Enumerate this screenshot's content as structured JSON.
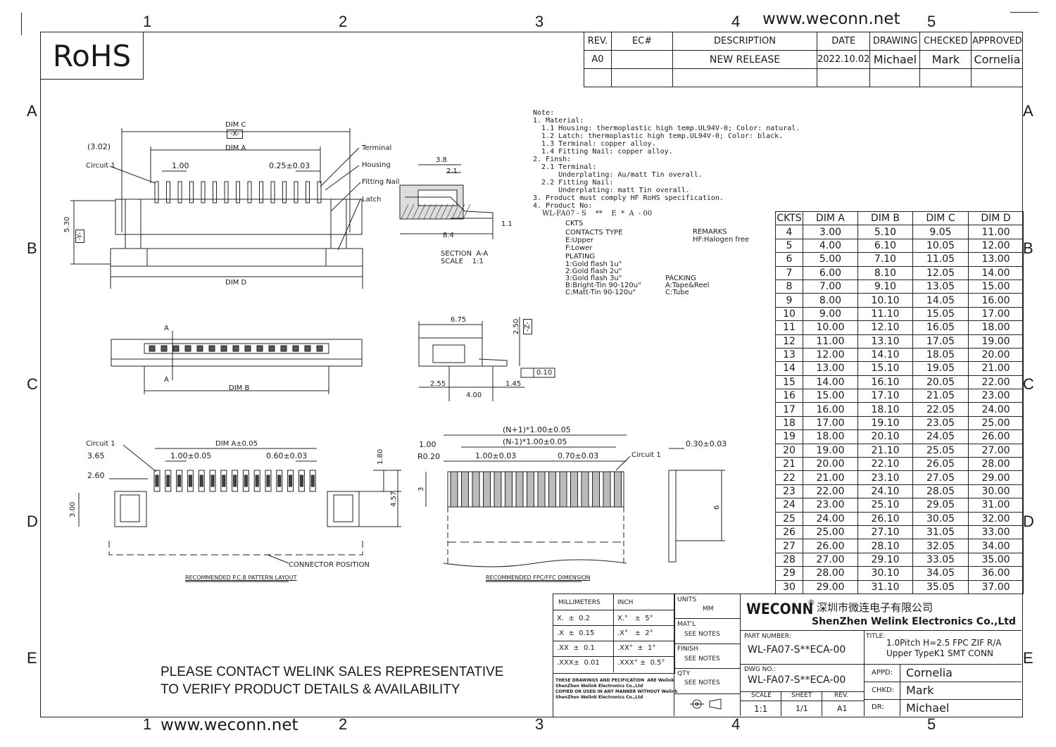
{
  "header": {
    "logo_text": "RoHS",
    "website": "www.weconn.net",
    "zone_columns": [
      "1",
      "2",
      "3",
      "4",
      "5"
    ],
    "zone_rows": [
      "A",
      "B",
      "C",
      "D",
      "E"
    ]
  },
  "revision_table": {
    "headers": [
      "REV.",
      "EC#",
      "DESCRIPTION",
      "DATE",
      "DRAWING",
      "CHECKED",
      "APPROVED"
    ],
    "row": [
      "A0",
      "",
      "NEW RELEASE",
      "2022.10.02",
      "Michael",
      "Mark",
      "Cornelia"
    ]
  },
  "notes": {
    "text": "Note:\n1. Material:\n  1.1 Housing: thermoplastic high temp.UL94V-0; Color: natural.\n  1.2 Latch: thermoplastic high temp.UL94V-0; Color: black.\n  1.3 Terminal: copper alloy.\n  1.4 Fitting Nail: copper alloy.\n2. Finsh:\n  2.1 Terminal:\n      Underplating: Au/matt Tin overall.\n  2.2 Fitting Nail:\n      Underplating: matt Tin overall.\n3. Product must comply HF RoHS specification.\n4. Product No:"
  },
  "product_no": {
    "code": "WL-FA07 - S    **    E  *  A  - 00",
    "ckts": "CKTS",
    "contacts_type": "CONTACTS TYPE",
    "contacts_options": [
      "E:Upper",
      "F:Lower"
    ],
    "plating": "PLATING",
    "plating_options": [
      "1:Gold flash 1u\"",
      "2:Gold flash 2u\"",
      "3:Gold flash 3u\"",
      "B:Bright-Tin 90-120u\"",
      "C:Matt-Tin 90-120u\""
    ],
    "packing": "PACKING",
    "packing_options": [
      "A:Tape&Reel",
      "C:Tube"
    ],
    "remarks": "REMARKS",
    "remarks_options": [
      "HF:Halogen free"
    ]
  },
  "dim_table": {
    "headers": [
      "CKTS",
      "DIM A",
      "DIM B",
      "DIM C",
      "DIM D"
    ],
    "rows": [
      [
        "4",
        "3.00",
        "5.10",
        "9.05",
        "11.00"
      ],
      [
        "5",
        "4.00",
        "6.10",
        "10.05",
        "12.00"
      ],
      [
        "6",
        "5.00",
        "7.10",
        "11.05",
        "13.00"
      ],
      [
        "7",
        "6.00",
        "8.10",
        "12.05",
        "14.00"
      ],
      [
        "8",
        "7.00",
        "9.10",
        "13.05",
        "15.00"
      ],
      [
        "9",
        "8.00",
        "10.10",
        "14.05",
        "16.00"
      ],
      [
        "10",
        "9.00",
        "11.10",
        "15.05",
        "17.00"
      ],
      [
        "11",
        "10.00",
        "12.10",
        "16.05",
        "18.00"
      ],
      [
        "12",
        "11.00",
        "13.10",
        "17.05",
        "19.00"
      ],
      [
        "13",
        "12.00",
        "14.10",
        "18.05",
        "20.00"
      ],
      [
        "14",
        "13.00",
        "15.10",
        "19.05",
        "21.00"
      ],
      [
        "15",
        "14.00",
        "16.10",
        "20.05",
        "22.00"
      ],
      [
        "16",
        "15.00",
        "17.10",
        "21.05",
        "23.00"
      ],
      [
        "17",
        "16.00",
        "18.10",
        "22.05",
        "24.00"
      ],
      [
        "18",
        "17.00",
        "19.10",
        "23.05",
        "25.00"
      ],
      [
        "19",
        "18.00",
        "20.10",
        "24.05",
        "26.00"
      ],
      [
        "20",
        "19.00",
        "21.10",
        "25.05",
        "27.00"
      ],
      [
        "21",
        "20.00",
        "22.10",
        "26.05",
        "28.00"
      ],
      [
        "22",
        "21.00",
        "23.10",
        "27.05",
        "29.00"
      ],
      [
        "23",
        "22.00",
        "24.10",
        "28.05",
        "30.00"
      ],
      [
        "24",
        "23.00",
        "25.10",
        "29.05",
        "31.00"
      ],
      [
        "25",
        "24.00",
        "26.10",
        "30.05",
        "32.00"
      ],
      [
        "26",
        "25.00",
        "27.10",
        "31.05",
        "33.00"
      ],
      [
        "27",
        "26.00",
        "28.10",
        "32.05",
        "34.00"
      ],
      [
        "28",
        "27.00",
        "29.10",
        "33.05",
        "35.00"
      ],
      [
        "29",
        "28.00",
        "30.10",
        "34.05",
        "36.00"
      ],
      [
        "30",
        "29.00",
        "31.10",
        "35.05",
        "37.00"
      ]
    ]
  },
  "drawing_labels": {
    "top_view": {
      "dim_c": "DIM C",
      "x_datum": "-X-",
      "dim_a": "DIM A",
      "ref_302": "(3.02)",
      "circuit1": "Circuit 1",
      "pitch": "1.00",
      "tol": "0.25±0.03",
      "terminal": "Terminal",
      "housing": "Housing",
      "fitting_nail": "Fitting Nail",
      "latch": "Latch",
      "h530": "5.30",
      "y_datum": "-Y-",
      "dim_d": "DIM D"
    },
    "section": {
      "d38": "3.8",
      "d21": "2.1",
      "d84": "8.4",
      "d11": "1.1",
      "title": "SECTION  A-A",
      "scale": "SCALE    1:1"
    },
    "front_view": {
      "a_top": "A",
      "a_bot": "A",
      "dim_b": "DIM B"
    },
    "side_view": {
      "d675": "6.75",
      "d250": "2.50",
      "z_datum": "-Z-",
      "flat": "0.10",
      "d255": "2.55",
      "d145": "1.45",
      "d400": "4.00"
    },
    "pcb": {
      "circuit1": "Circuit 1",
      "d365": "3.65",
      "dim_a": "DIM A±0.05",
      "pitch": "1.00±0.05",
      "pad": "0.60±0.03",
      "d260": "2.60",
      "d180": "1.80",
      "d457": "4.57",
      "d300": "3.00",
      "conn_pos": "CONNECTOR POSITION",
      "caption": "RECOMMENDED P.C.B PATTERN LAYOUT"
    },
    "fpc": {
      "n1": "(N+1)*1.00±0.05",
      "nm1": "(N-1)*1.00±0.05",
      "d100": "1.00",
      "r": "R0.20",
      "pitch": "1.00±0.03",
      "pad": "0.70±0.03",
      "circuit1": "Circuit 1",
      "thick": "0.30±0.03",
      "d3": "3",
      "d6": "6",
      "caption": "RECOMMENDED FPC/FFC DIMENSION"
    }
  },
  "contact_notice": [
    "PLEASE CONTACT WELINK SALES REPRESENTATIVE",
    "TO VERIFY PRODUCT DETAILS & AVAILABILITY"
  ],
  "title_block": {
    "mm_label": "MILLIMETERS",
    "inch_label": "INCH",
    "mm_tol": [
      "X.  ±  0.2",
      ".X  ±  0.15",
      ".XX  ±  0.1",
      ".XXX±  0.01"
    ],
    "inch_tol": [
      "X.°   ±  5°",
      ".X°   ±  2°",
      ".XX°  ±  1°",
      ".XXX° ±  0.5°"
    ],
    "units": "UNITS",
    "units_val": "MM",
    "matl": "MAT'L",
    "matl_val": "SEE NOTES",
    "finish": "FINISH",
    "finish_val": "SEE NOTES",
    "qty": "QTY",
    "qty_val": "SEE NOTES",
    "disclaimer": "THESE DRAWINGS AND PECIFICATION  ARE Welink\nShenZhen Welink Electronics Co.,Ltd\nCOPIED OR USED IN ANY MANNER WITHOUT Welink\nShenZhen Welink Electronics Co.,Ltd",
    "brand": "WECONN",
    "reg": "®",
    "cn_name": "深圳市微连电子有限公司",
    "en_name": "ShenZhen Welink Electronics Co.,Ltd",
    "part_number_label": "PART NUMBER:",
    "part_number": "WL-FA07-S**ECA-00",
    "title_label": "TITLE:",
    "title_line1": "1.0Pitch H=2.5 FPC ZIF R/A",
    "title_line2": "Upper TypeK1 SMT CONN",
    "dwg_label": "DWG NO.:",
    "dwg_no": "WL-FA07-S**ECA-00",
    "scale_label": "SCALE",
    "scale": "1:1",
    "sheet_label": "SHEET",
    "sheet": "1/1",
    "rev_label": "REV.",
    "rev": "A1",
    "appd_label": "APPD:",
    "appd": "Cornelia",
    "chkd_label": "CHKD:",
    "chkd": "Mark",
    "dr_label": "DR:",
    "dr": "Michael"
  }
}
